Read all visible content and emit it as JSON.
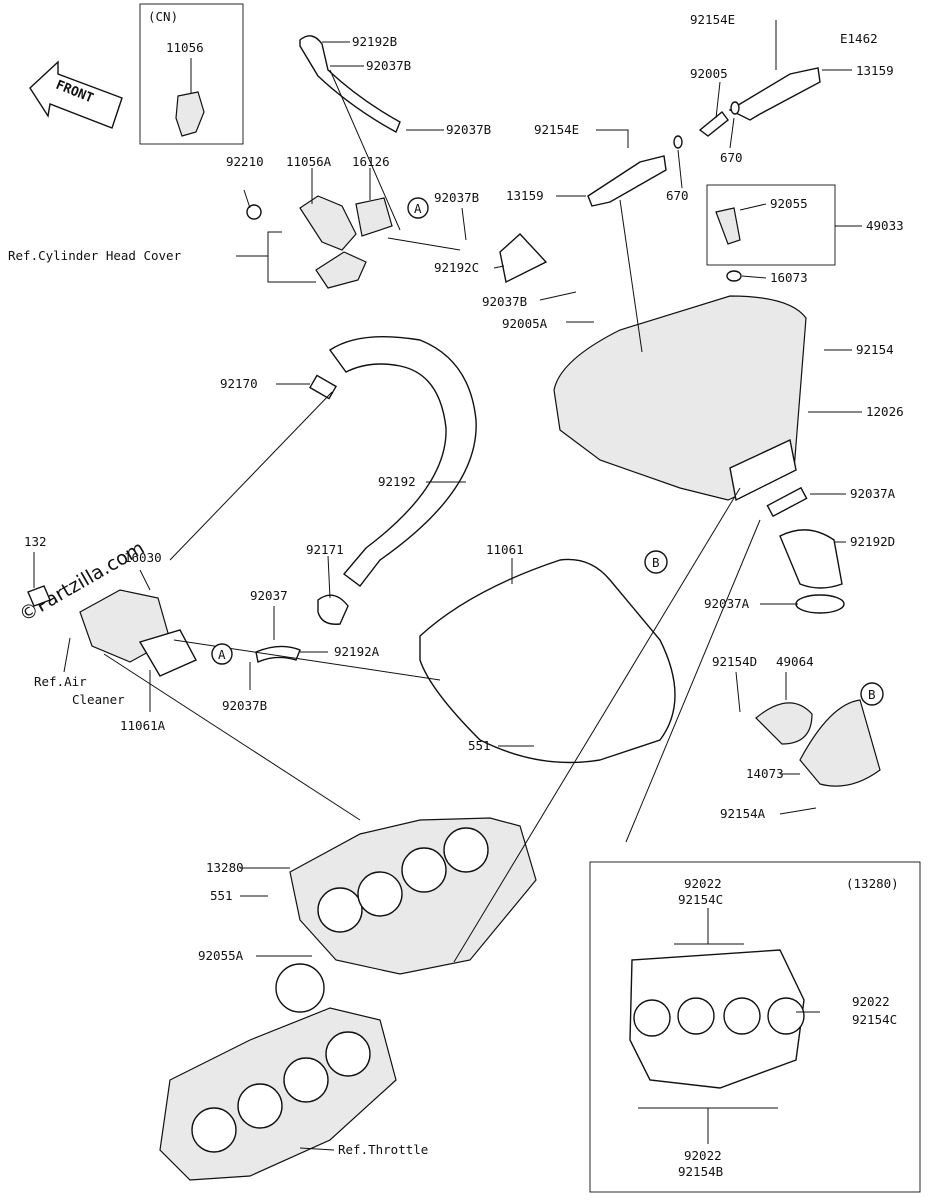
{
  "diagram": {
    "watermark": "©Partzilla.com",
    "diagram_code": "E1462",
    "front_label": "FRONT",
    "inset_cn_label": "(CN)",
    "inset_13280_label": "(13280)",
    "callouts": [
      {
        "id": "c1",
        "text": "11056"
      },
      {
        "id": "c2",
        "text": "92192B"
      },
      {
        "id": "c3",
        "text": "92037B"
      },
      {
        "id": "c4",
        "text": "92037B"
      },
      {
        "id": "c5",
        "text": "92210"
      },
      {
        "id": "c6",
        "text": "11056A"
      },
      {
        "id": "c7",
        "text": "16126"
      },
      {
        "id": "c8",
        "text": "92037B"
      },
      {
        "id": "c9",
        "text": "Ref.Cylinder Head Cover"
      },
      {
        "id": "c10",
        "text": "92192C"
      },
      {
        "id": "c11",
        "text": "92037B"
      },
      {
        "id": "c12",
        "text": "92005A"
      },
      {
        "id": "c13",
        "text": "92154E"
      },
      {
        "id": "c14",
        "text": "13159"
      },
      {
        "id": "c15",
        "text": "92005"
      },
      {
        "id": "c16",
        "text": "92154E"
      },
      {
        "id": "c17",
        "text": "670"
      },
      {
        "id": "c18",
        "text": "670"
      },
      {
        "id": "c19",
        "text": "13159"
      },
      {
        "id": "c20",
        "text": "92055"
      },
      {
        "id": "c21",
        "text": "49033"
      },
      {
        "id": "c22",
        "text": "16073"
      },
      {
        "id": "c23",
        "text": "92154"
      },
      {
        "id": "c24",
        "text": "12026"
      },
      {
        "id": "c25",
        "text": "92037A"
      },
      {
        "id": "c26",
        "text": "92192D"
      },
      {
        "id": "c27",
        "text": "92037A"
      },
      {
        "id": "c28",
        "text": "92170"
      },
      {
        "id": "c29",
        "text": "92192"
      },
      {
        "id": "c30",
        "text": "92171"
      },
      {
        "id": "c31",
        "text": "11061"
      },
      {
        "id": "c32",
        "text": "132"
      },
      {
        "id": "c33",
        "text": "16030"
      },
      {
        "id": "c34",
        "text": "Ref.Air"
      },
      {
        "id": "c35",
        "text": "Cleaner"
      },
      {
        "id": "c36",
        "text": "11061A"
      },
      {
        "id": "c37",
        "text": "92037"
      },
      {
        "id": "c38",
        "text": "92192A"
      },
      {
        "id": "c39",
        "text": "92037B"
      },
      {
        "id": "c40",
        "text": "92154D"
      },
      {
        "id": "c41",
        "text": "49064"
      },
      {
        "id": "c42",
        "text": "14073"
      },
      {
        "id": "c43",
        "text": "92154A"
      },
      {
        "id": "c44",
        "text": "551"
      },
      {
        "id": "c45",
        "text": "13280"
      },
      {
        "id": "c46",
        "text": "551"
      },
      {
        "id": "c47",
        "text": "92055A"
      },
      {
        "id": "c48",
        "text": "Ref.Throttle"
      },
      {
        "id": "c49",
        "text": "92022"
      },
      {
        "id": "c50",
        "text": "92154C"
      },
      {
        "id": "c51",
        "text": "92022"
      },
      {
        "id": "c52",
        "text": "92154C"
      },
      {
        "id": "c53",
        "text": "92022"
      },
      {
        "id": "c54",
        "text": "92154B"
      }
    ],
    "circle_markers": [
      {
        "id": "m1",
        "text": "A"
      },
      {
        "id": "m2",
        "text": "A"
      },
      {
        "id": "m3",
        "text": "B"
      },
      {
        "id": "m4",
        "text": "B"
      }
    ]
  }
}
